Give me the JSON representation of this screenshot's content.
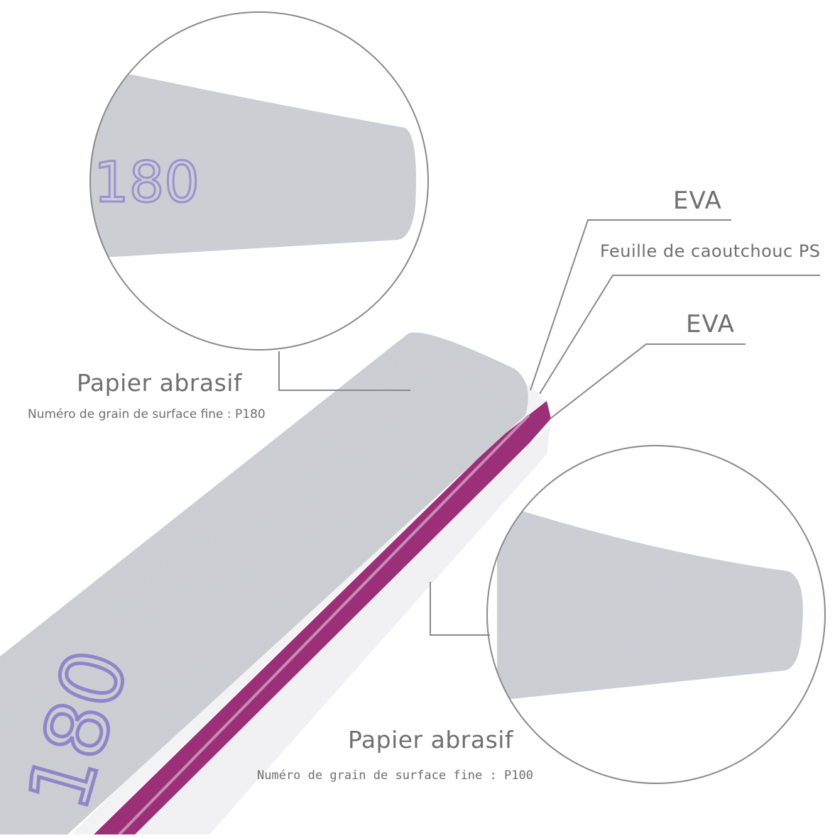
{
  "labels": {
    "eva_top": "EVA",
    "rubber_sheet": "Feuille de caoutchouc PS",
    "eva_bottom": "EVA",
    "top_title": "Papier abrasif",
    "top_sub": "Numéro de grain de surface fine : P180",
    "bottom_title": "Papier abrasif",
    "bottom_sub": "Numéro de grain de surface fine : P100"
  },
  "printed": {
    "zoom_number": "180",
    "file_number": "180"
  },
  "colors": {
    "text": "#6f6f6f",
    "lines": "#8a8a8a",
    "abrasive": "#c9ccd2",
    "stripe_purple": "#9b2f78",
    "stripe_white": "#f4f4f6",
    "number_purple": "#8f86c9"
  }
}
